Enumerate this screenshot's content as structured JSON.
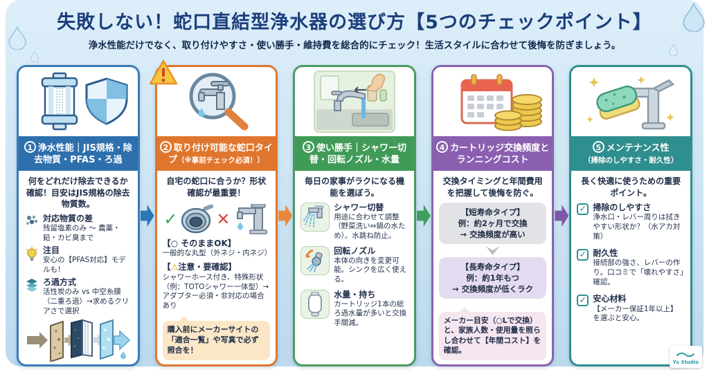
{
  "page": {
    "title": "失敗しない！蛇口直結型浄水器の選び方【5つのチェックポイント】",
    "subtitle": "浄水性能だけでなく、取り付けやすさ・使い勝手・維持費を総合的にチェック！生活スタイルに合わせて後悔を防ぎましょう。",
    "watermark": "Ys Studio"
  },
  "colors": {
    "background": "#cfe6f4",
    "title_navy": "#1b3f7c",
    "accent_1_blue": "#3a7ab8",
    "accent_2_orange": "#e0762e",
    "accent_3_green": "#4a9b5e",
    "accent_4_purple": "#8a63ad",
    "accent_5_teal": "#2f8e8e",
    "callout_orange_bg": "#fbe7c6",
    "box_gray_bg": "#e2e3e7",
    "box_purple_bg": "#e4dbf0",
    "box_pink_bg": "#f6e6ef"
  },
  "icons": {
    "check_mark": "✓",
    "cross_mark": "✕",
    "warning_mark": "!"
  },
  "columns": [
    {
      "number": "1",
      "title": "浄水性能｜JIS規格・除去物質・PFAS・ろ過",
      "lead": "何をどれだけ除去できるか確認！目安はJIS規格の除去物質数。",
      "items": [
        {
          "icon": "particles-icon",
          "title": "対応物質の差",
          "desc": "残留塩素のみ ～ 農薬・鉛・カビ臭まで"
        },
        {
          "icon": "lightbulb-icon",
          "title": "注目",
          "desc": "安心の【PFAS対応】モデルも！"
        },
        {
          "icon": "layers-icon",
          "title": "ろ過方式",
          "desc": "活性炭のみ vs 中空糸膜（二重ろ過）→求めるクリアさで選択"
        }
      ]
    },
    {
      "number": "2",
      "title": "取り付け可能な蛇口タイプ",
      "title_note": "（※事前チェック必須！）",
      "lead": "自宅の蛇口に合うか？形状確認が最重要！",
      "ok_title": "【○ そのままOK】",
      "ok_desc": "一般的な丸型（外ネジ・内ネジ）",
      "caution_title_pre": "【",
      "caution_icon": "⚠",
      "caution_title_post": "注意・要確認】",
      "caution_desc": "シャワーホース付き、特殊形状（例：TOTOシャワー一体型）→ アダプター必須・非対応の場合あり",
      "callout": "購入前にメーカーサイトの「適合一覧」や写真で必ず照合を！"
    },
    {
      "number": "3",
      "title": "使い勝手｜シャワー切替・回転ノズル・水量",
      "lead": "毎日の家事がラクになる機能を選ぼう。",
      "items": [
        {
          "icon": "shower-switch-icon",
          "title": "シャワー切替",
          "desc": "用途に合わせて調整（野菜洗い⇔鍋の水ため）。水跳ね防止。"
        },
        {
          "icon": "rotate-nozzle-icon",
          "title": "回転ノズル",
          "desc": "本体の向きを変更可能。シンクを広く使える。"
        },
        {
          "icon": "cartridge-icon",
          "title": "水量・持ち",
          "desc": "カートリッジ1本の総ろ過水量が多いと交換手間減。"
        }
      ]
    },
    {
      "number": "4",
      "title": "カートリッジ交換頻度とランニングコスト",
      "lead": "交換タイミングと年間費用を把握して後悔を防ぐ。",
      "box_short": "【短寿命タイプ】\n例：約2ヶ月で交換\n→ 交換頻度が高い",
      "box_long": "【長寿命タイプ】\n例：約1年もつ\n→ 交換頻度が低くラク",
      "note": "メーカー目安（○Lで交換）と、家族人数・使用量を照らし合わせて【年間コスト】を確認。"
    },
    {
      "number": "5",
      "title": "メンテナンス性",
      "title_note": "（掃除のしやすさ・耐久性）",
      "lead": "長く快適に使うための重要ポイント。",
      "items": [
        {
          "title": "掃除のしやすさ",
          "desc": "浄水口・レバー周りは拭きやすい形状か？（水アカ対策）"
        },
        {
          "title": "耐久性",
          "desc": "接続部の強さ、レバーの作り。口コミで「壊れやすさ」確認。"
        },
        {
          "title": "安心材料",
          "desc": "【メーカー保証1年以上】を選ぶと安心。"
        }
      ]
    }
  ]
}
